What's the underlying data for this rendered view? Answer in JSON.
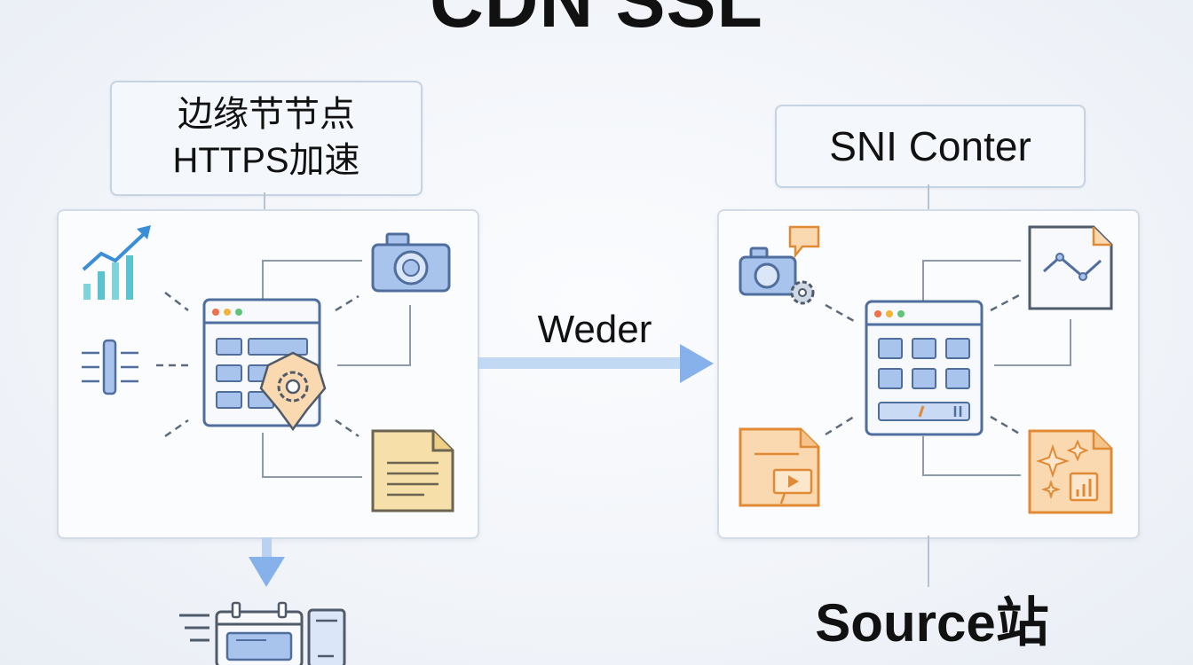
{
  "title": "CDN SSL",
  "left_box": {
    "line1": "边缘节节点",
    "line2": "HTTPS加速"
  },
  "right_box": {
    "label": "SNI Conter"
  },
  "arrow_label": "Weder",
  "source_label": "Source站",
  "colors": {
    "blue_fill": "#a9c4ec",
    "blue_stroke": "#4f6e9e",
    "orange_fill": "#fbd9b0",
    "orange_stroke": "#e08a36",
    "teal": "#59c4cf",
    "line_gray": "#8e9aac",
    "arrow_blue": "#8ab4ea"
  },
  "icons": {
    "left_panel": [
      "chart-up-icon",
      "slider-icon",
      "browser-window-icon",
      "shield-gear-icon",
      "camera-icon",
      "document-icon"
    ],
    "right_panel": [
      "camera-gear-icon",
      "chat-bubble-icon",
      "line-chart-doc-icon",
      "browser-grid-icon",
      "presentation-doc-icon",
      "sparkle-doc-icon"
    ],
    "bottom": [
      "server-calendar-icon"
    ]
  }
}
